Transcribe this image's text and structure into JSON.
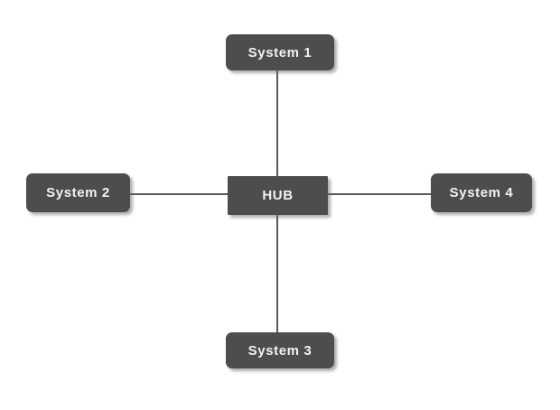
{
  "diagram": {
    "type": "star-topology-network-diagram",
    "colors": {
      "canvas_bg": "#ffffff",
      "node_fill": "#4d4d4d",
      "node_text": "#f6f1f1",
      "line_color": "#585858"
    },
    "nodes": [
      {
        "id": "system1",
        "label": "System 1",
        "shape": "rounded",
        "position": "top"
      },
      {
        "id": "system2",
        "label": "System 2",
        "shape": "rounded",
        "position": "left"
      },
      {
        "id": "hub",
        "label": "HUB",
        "shape": "rect",
        "position": "center"
      },
      {
        "id": "system4",
        "label": "System 4",
        "shape": "rounded",
        "position": "right"
      },
      {
        "id": "system3",
        "label": "System 3",
        "shape": "rounded",
        "position": "bottom"
      }
    ],
    "edges": [
      {
        "from": "hub",
        "to": "system1"
      },
      {
        "from": "hub",
        "to": "system2"
      },
      {
        "from": "hub",
        "to": "system3"
      },
      {
        "from": "hub",
        "to": "system4"
      }
    ]
  }
}
